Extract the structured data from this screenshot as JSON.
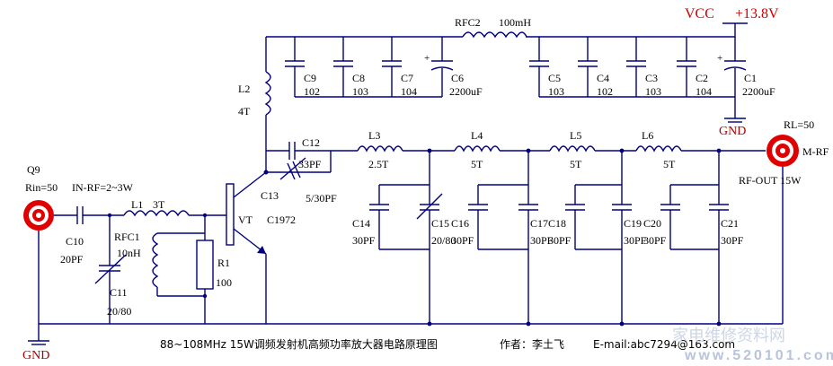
{
  "labels": {
    "vcc": "VCC",
    "vcc_value": "+13.8V",
    "gnd_top": "GND",
    "gnd_bottom": "GND",
    "rfc2": "RFC2",
    "rfc2_value": "100mH",
    "l2": "L2",
    "l2_value": "4T",
    "c12": "C12",
    "c12_value": "33PF",
    "c13": "C13",
    "c13_value": "5/30PF",
    "l3": "L3",
    "l3_value": "2.5T",
    "l4": "L4",
    "l4_value": "5T",
    "l5": "L5",
    "l5_value": "5T",
    "l6": "L6",
    "l6_value": "5T",
    "rl": "RL=50",
    "m_rf": "M-RF",
    "rf_out": "RF-OUT  15W",
    "q9": "Q9",
    "rin": "Rin=50",
    "in_rf": "IN-RF=2~3W",
    "l1": "L1",
    "l1_value": "3T",
    "c10": "C10",
    "c10_value": "20PF",
    "rfc1": "RFC1",
    "rfc1_value": "10nH",
    "c11": "C11",
    "c11_value": "20/80",
    "r1": "R1",
    "r1_value": "100",
    "vt": "VT",
    "c1972": "C1972",
    "caption": "88~108MHz   15W调频发射机高频功率放大器电路原理图",
    "author": "作者：李土飞",
    "email": "E-mail:abc7294@163.com",
    "watermark": "家电维修资料网",
    "watermark_url": "www.520101.com"
  },
  "decoupling_caps": [
    {
      "name": "C9",
      "value": "102"
    },
    {
      "name": "C8",
      "value": "103"
    },
    {
      "name": "C7",
      "value": "104"
    },
    {
      "name": "C6",
      "value": "2200uF"
    },
    {
      "name": "C5",
      "value": "103"
    },
    {
      "name": "C4",
      "value": "102"
    },
    {
      "name": "C3",
      "value": "103"
    },
    {
      "name": "C2",
      "value": "104"
    },
    {
      "name": "C1",
      "value": "2200uF"
    }
  ],
  "filter_caps": [
    {
      "name": "C14",
      "value": "30PF"
    },
    {
      "name": "C15",
      "value": "20/80"
    },
    {
      "name": "C16",
      "value": "30PF"
    },
    {
      "name": "C17",
      "value": "30PF"
    },
    {
      "name": "C18",
      "value": "30PF"
    },
    {
      "name": "C19",
      "value": "30PF"
    },
    {
      "name": "C20",
      "value": "30PF"
    },
    {
      "name": "C21",
      "value": "30PF"
    }
  ],
  "colors": {
    "wire": "#000080",
    "connector": "#e00000",
    "label_red": "#cc0000"
  }
}
